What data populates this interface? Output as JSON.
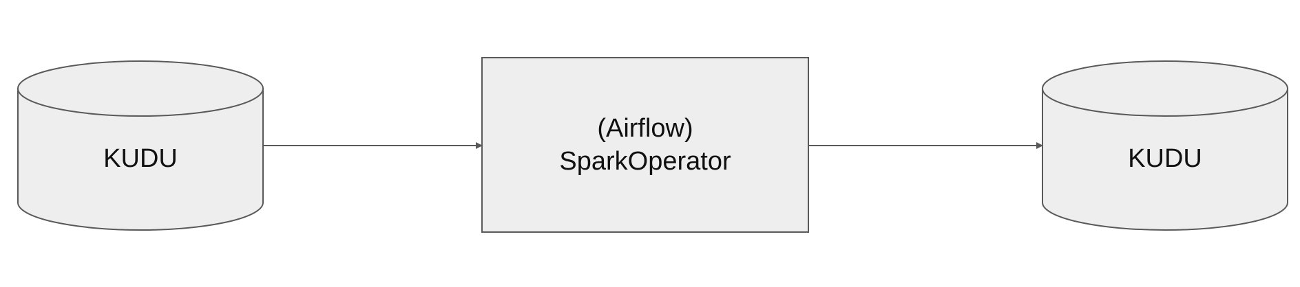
{
  "diagram": {
    "nodes": [
      {
        "id": "source",
        "shape": "cylinder",
        "label": "KUDU"
      },
      {
        "id": "operator",
        "shape": "rectangle",
        "lines": [
          "(Airflow)",
          "SparkOperator"
        ]
      },
      {
        "id": "target",
        "shape": "cylinder",
        "label": "KUDU"
      }
    ],
    "edges": [
      {
        "from": "source",
        "to": "operator"
      },
      {
        "from": "operator",
        "to": "target"
      }
    ],
    "colors": {
      "node_fill": "#eeeeee",
      "node_stroke": "#595959",
      "edge": "#595959",
      "text": "#111111"
    }
  }
}
